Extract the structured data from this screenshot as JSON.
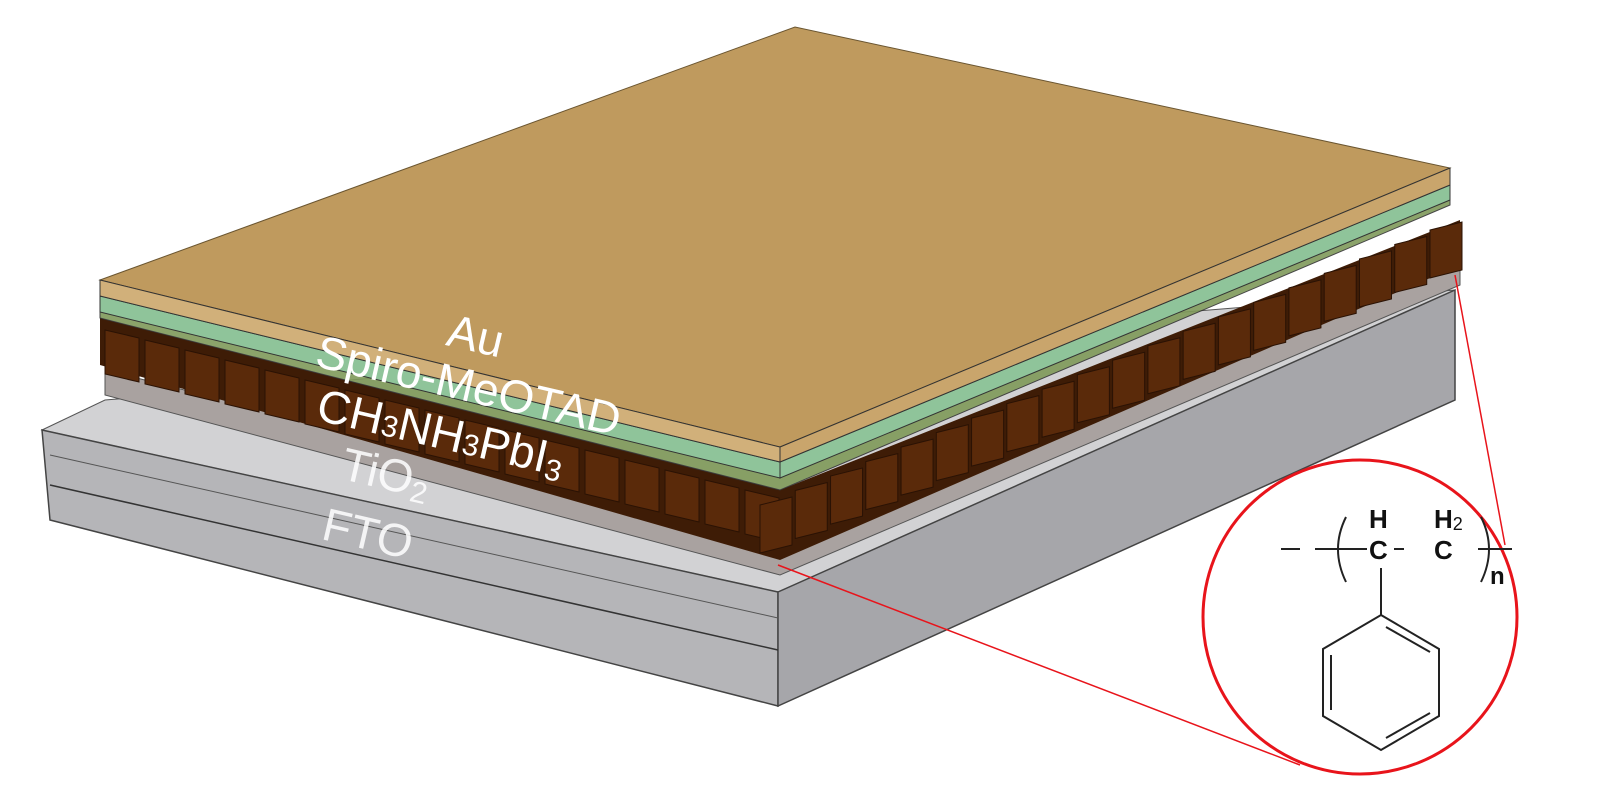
{
  "labels": {
    "au": "Au",
    "spiro": "Spiro-MeOTAD",
    "perovskite": {
      "a": "CH",
      "s1": "3",
      "b": "NH",
      "s2": "3",
      "c": "PbI",
      "s3": "3"
    },
    "tio2": {
      "a": "TiO",
      "s": "2"
    },
    "fto": "FTO"
  },
  "structure": {
    "h": "H",
    "c1": "C",
    "h2": "H",
    "h2_sub": "2",
    "c2": "C",
    "n": "n"
  },
  "colors": {
    "au": "#bf9a5e",
    "spiro": "#8fc49a",
    "perovskite": "#5a2a0a",
    "tio2": "#a8a4a4",
    "fto": "#b3b3b6",
    "callout": "#e8141b"
  }
}
